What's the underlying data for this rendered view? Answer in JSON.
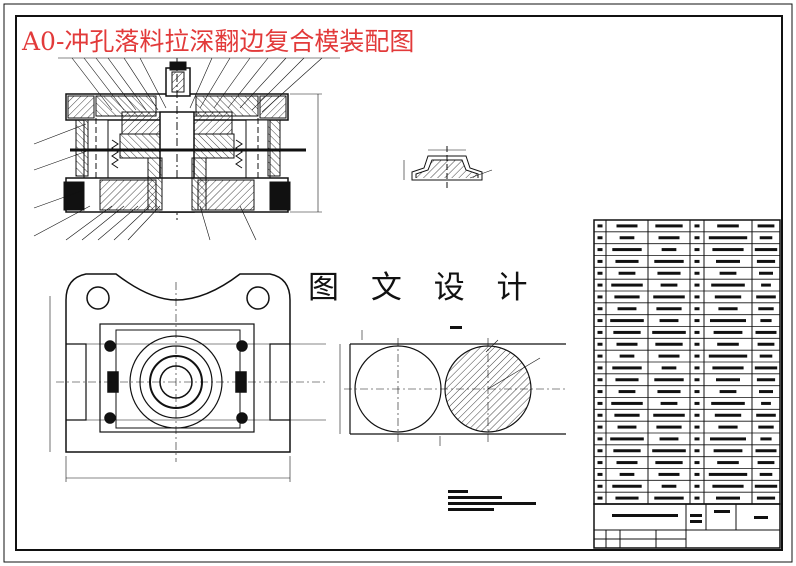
{
  "drawing": {
    "title": "A0-冲孔落料拉深翻边复合模装配图",
    "subtitle": "图 文 设 计"
  },
  "parts_table": {
    "rows": 24,
    "columns": 6
  },
  "colors": {
    "title_red": "#e23a3a",
    "line_black": "#111111",
    "background": "#ffffff"
  }
}
